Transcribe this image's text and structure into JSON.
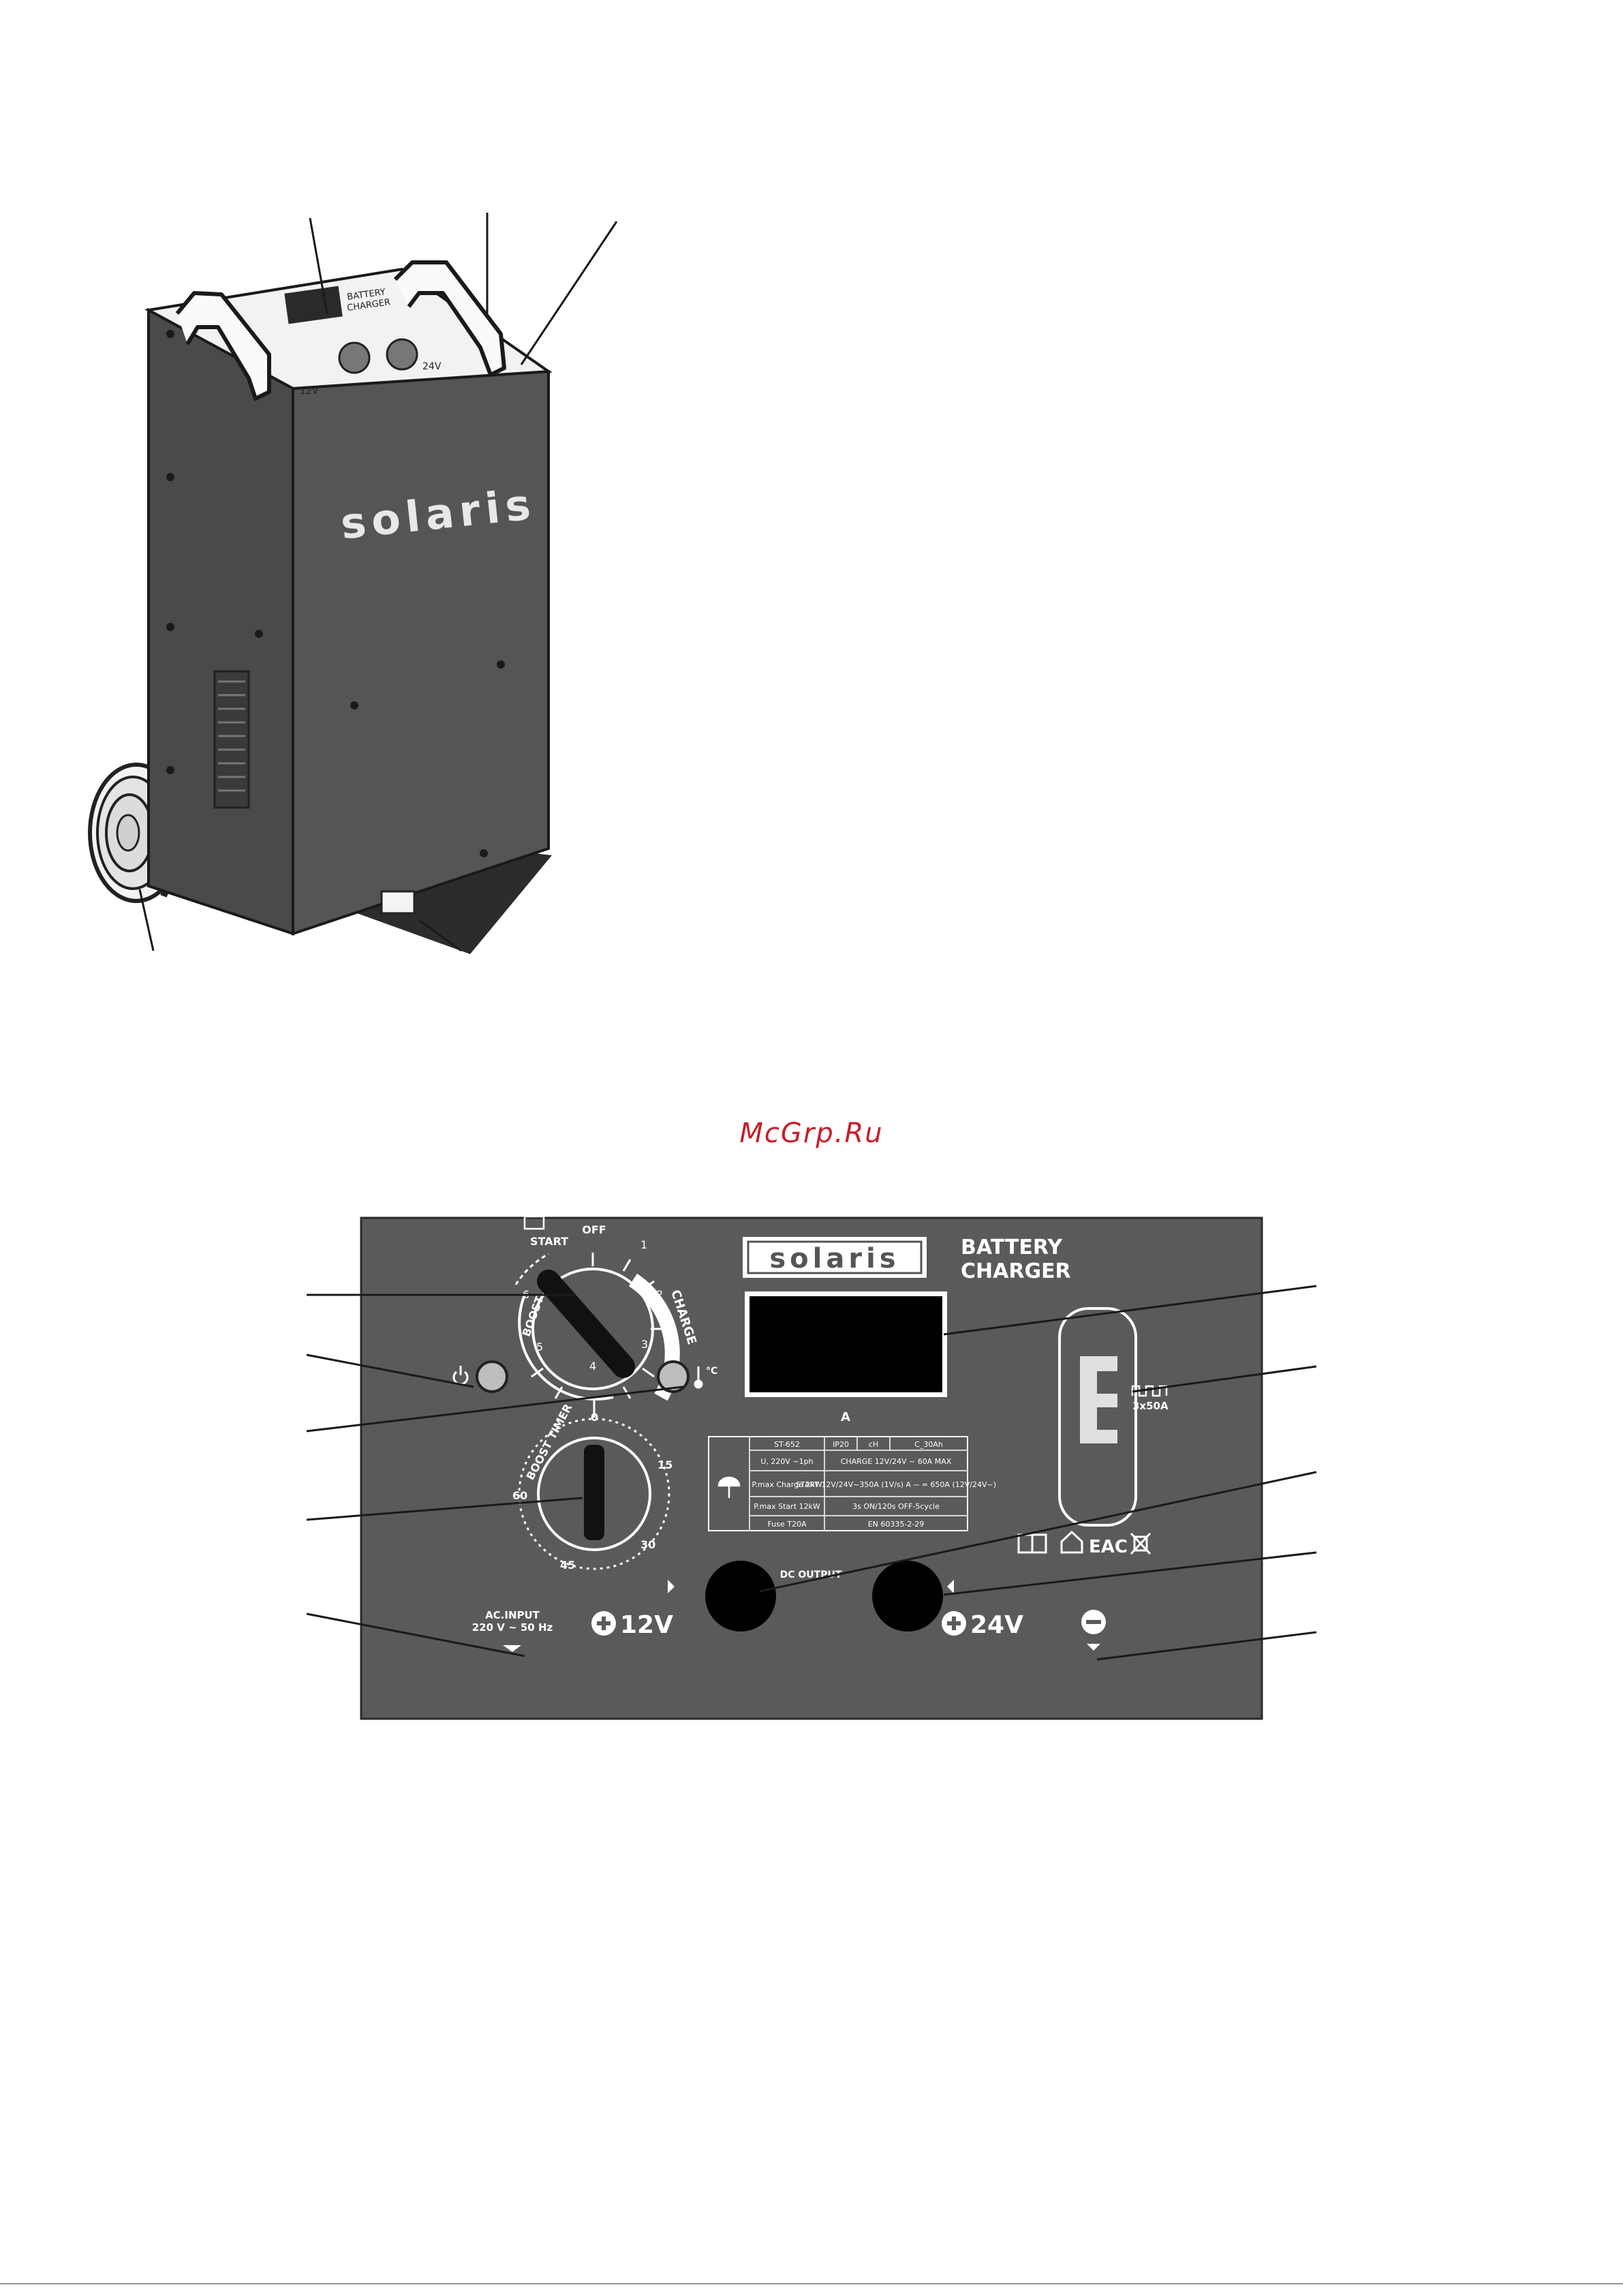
{
  "watermark": "McGrp.Ru",
  "device": {
    "brand": "solaris",
    "top_panel_labels": [
      "BATTERY",
      "CHARGER",
      "12V",
      "24V"
    ]
  },
  "panel": {
    "brand": "solaris",
    "title_line1": "BATTERY",
    "title_line2": "CHARGER",
    "mode_dial": {
      "start": "START",
      "off": "OFF",
      "charge": "CHARGE",
      "boost": "BOOST",
      "ticks": [
        "1",
        "2",
        "3",
        "4",
        "5",
        "6"
      ]
    },
    "display_unit": "A",
    "temperature_label": "°C",
    "fuse_label": "3x50A",
    "boost_timer": {
      "label": "BOOST TIMER",
      "ticks": [
        "0",
        "15",
        "30",
        "45",
        "60"
      ]
    },
    "spec_table": [
      [
        "ST-652",
        "IP20",
        "cH",
        "C_30Ah"
      ],
      [
        "U, 220V ~1ph",
        "CHARGE 12V/24V ~ 60A MAX"
      ],
      [
        "P.max Charge 2kW",
        "START 12V/24V~350A (1V/s) A ⎓ = 650A (12V/24V~)"
      ],
      [
        "P.max Start 12kW",
        "3s ON/120s OFF-5cycle"
      ],
      [
        "Fuse T20A",
        "EN 60335-2-29"
      ]
    ],
    "ac_input_line1": "AC.INPUT",
    "ac_input_line2": "220 V ~ 50 Hz",
    "dc_output": "DC OUTPUT",
    "out_12v": "12V",
    "out_24v": "24V",
    "cert_mark": "EAC"
  }
}
